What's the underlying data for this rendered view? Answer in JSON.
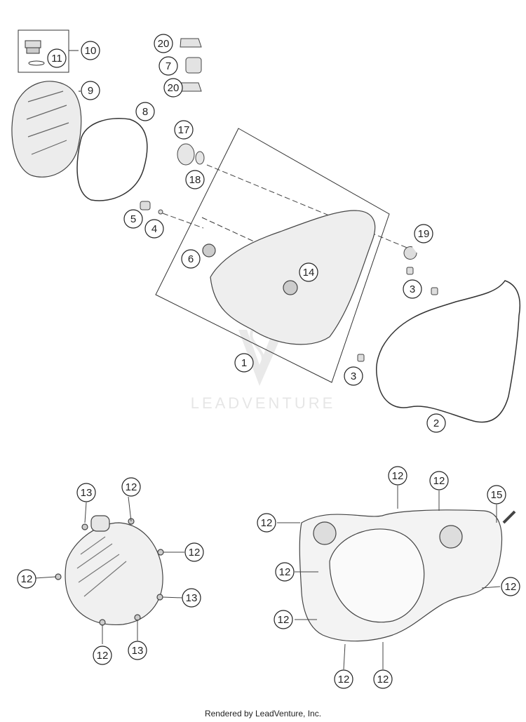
{
  "watermark": "LEADVENTURE",
  "footer": "Rendered by LeadVenture, Inc.",
  "callouts": [
    {
      "id": "c10",
      "label": "10"
    },
    {
      "id": "c11",
      "label": "11"
    },
    {
      "id": "c9",
      "label": "9"
    },
    {
      "id": "c8",
      "label": "8"
    },
    {
      "id": "c20a",
      "label": "20"
    },
    {
      "id": "c7",
      "label": "7"
    },
    {
      "id": "c20b",
      "label": "20"
    },
    {
      "id": "c17",
      "label": "17"
    },
    {
      "id": "c18",
      "label": "18"
    },
    {
      "id": "c5",
      "label": "5"
    },
    {
      "id": "c4",
      "label": "4"
    },
    {
      "id": "c6",
      "label": "6"
    },
    {
      "id": "c14",
      "label": "14"
    },
    {
      "id": "c19",
      "label": "19"
    },
    {
      "id": "c3a",
      "label": "3"
    },
    {
      "id": "c1",
      "label": "1"
    },
    {
      "id": "c3b",
      "label": "3"
    },
    {
      "id": "c2",
      "label": "2"
    },
    {
      "id": "c13a",
      "label": "13"
    },
    {
      "id": "c12a",
      "label": "12"
    },
    {
      "id": "c12b",
      "label": "12"
    },
    {
      "id": "c12c",
      "label": "12"
    },
    {
      "id": "c13b",
      "label": "13"
    },
    {
      "id": "c12d",
      "label": "12"
    },
    {
      "id": "c13c",
      "label": "13"
    },
    {
      "id": "c12e",
      "label": "12"
    },
    {
      "id": "c12f",
      "label": "12"
    },
    {
      "id": "c12g",
      "label": "12"
    },
    {
      "id": "c15",
      "label": "15"
    },
    {
      "id": "c12h",
      "label": "12"
    },
    {
      "id": "c12i",
      "label": "12"
    },
    {
      "id": "c12j",
      "label": "12"
    },
    {
      "id": "c12k",
      "label": "12"
    },
    {
      "id": "c12l",
      "label": "12"
    }
  ]
}
